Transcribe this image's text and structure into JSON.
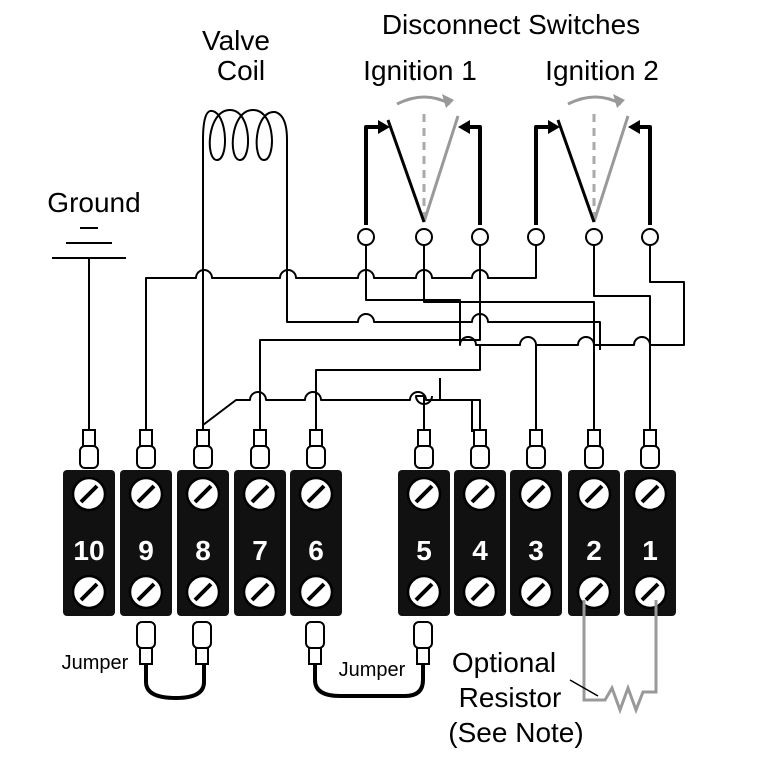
{
  "labels": {
    "disconnect_switches": "Disconnect Switches",
    "ignition_1": "Ignition 1",
    "ignition_2": "Ignition 2",
    "valve": "Valve",
    "coil": "Coil",
    "ground": "Ground",
    "jumper_left": "Jumper",
    "jumper_right": "Jumper",
    "optional": "Optional",
    "resistor": "Resistor",
    "see_note": "(See Note)"
  },
  "terminals": [
    "10",
    "9",
    "8",
    "7",
    "6",
    "5",
    "4",
    "3",
    "2",
    "1"
  ],
  "colors": {
    "line": "#000000",
    "switch_travel": "#999999",
    "resistor": "#999999"
  }
}
